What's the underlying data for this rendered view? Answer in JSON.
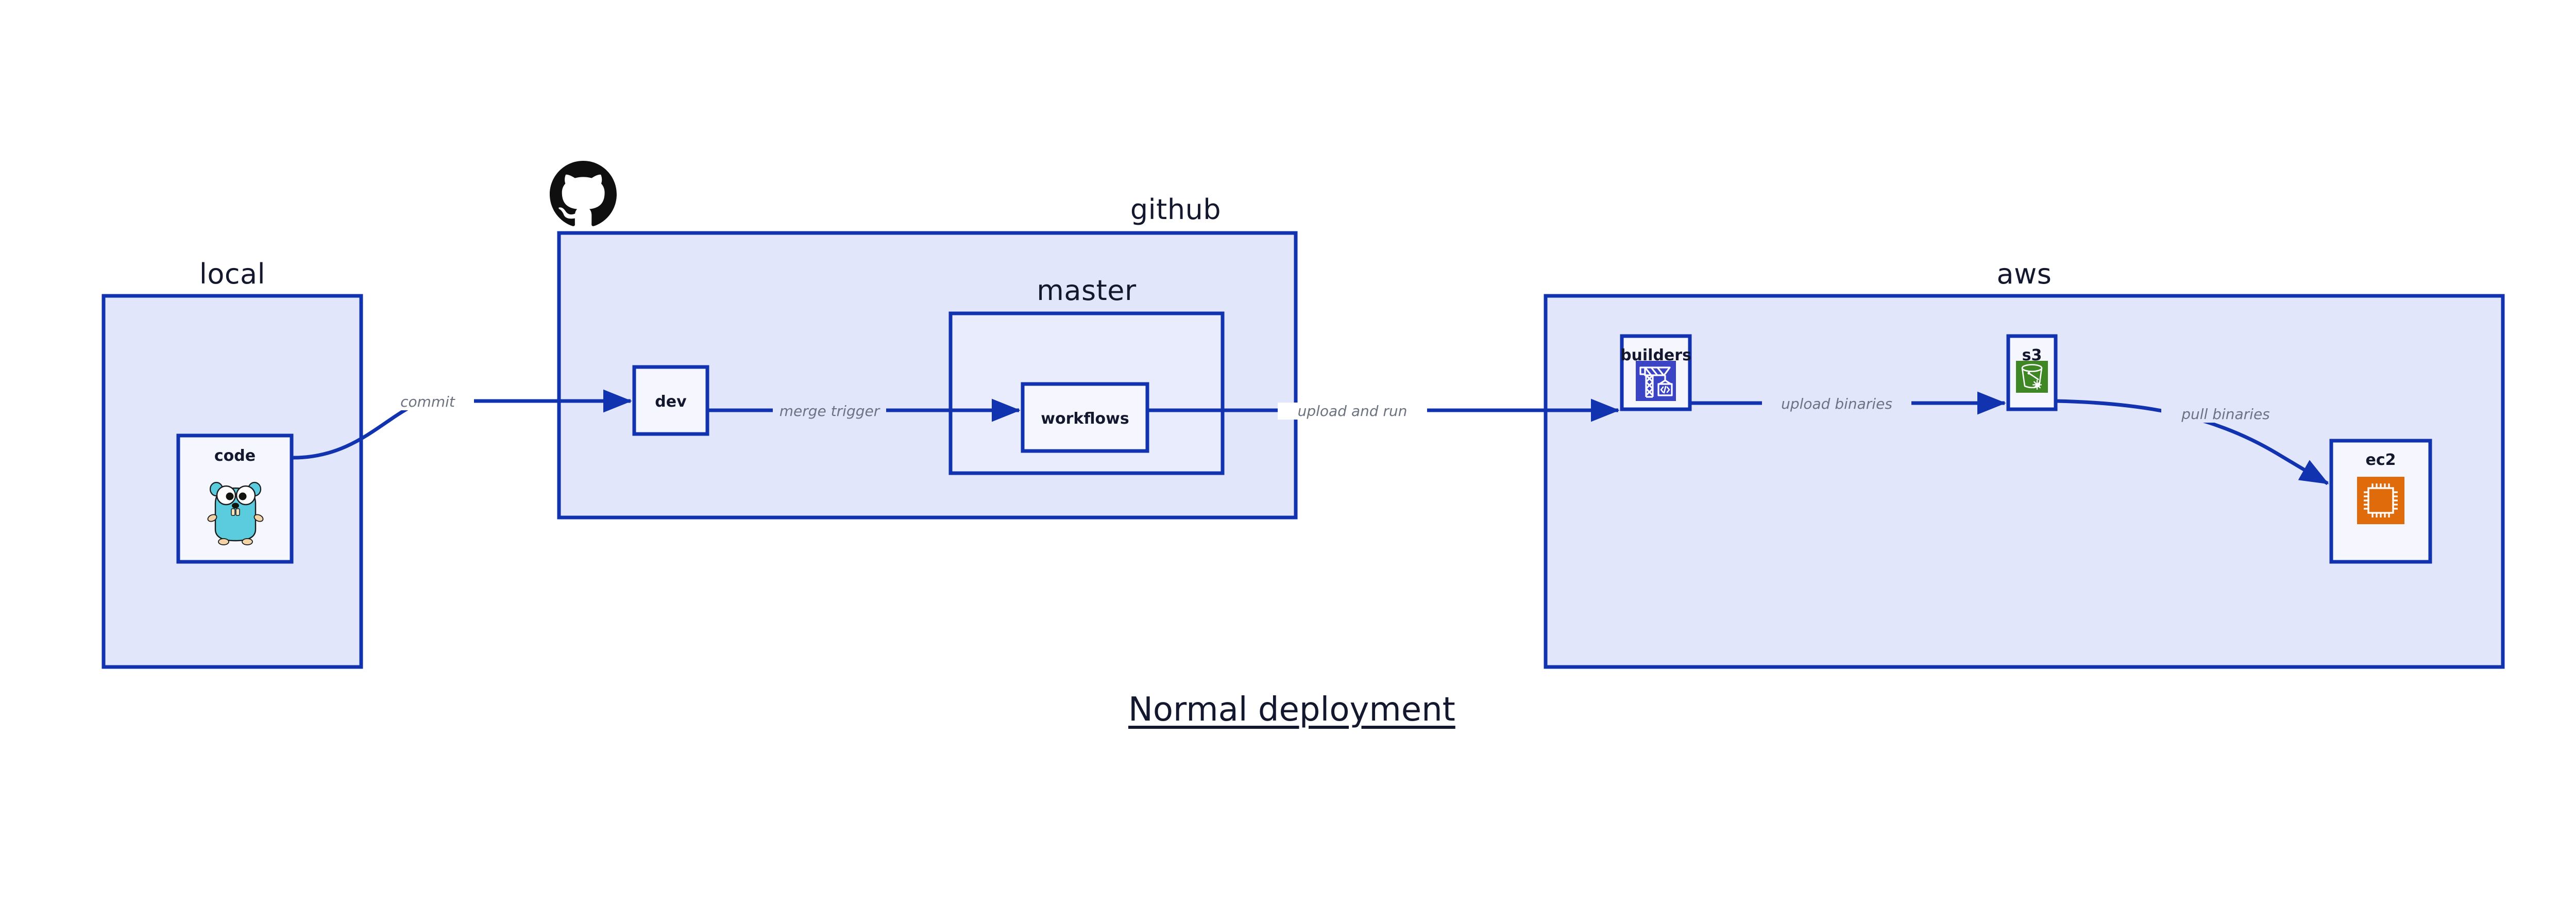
{
  "diagram": {
    "title": "Normal deployment",
    "colors": {
      "border": "#1233B0",
      "container_fill": "#E1E6FB",
      "subcontainer_fill": "#E8ECFC",
      "leaf_fill": "#F6F7FE",
      "label_text": "#14182E",
      "edge_label_text": "#6C7280",
      "edge_stroke": "#1233B0",
      "builders_icon_bg": "#3B44C4",
      "s3_icon_bg": "#3F8624",
      "ec2_icon_bg": "#DF6B0A",
      "gopher_body": "#5BCBDE",
      "github_logo": "#100F0F"
    },
    "containers": [
      {
        "id": "local",
        "label": "local"
      },
      {
        "id": "github",
        "label": "github"
      },
      {
        "id": "master",
        "label": "master"
      },
      {
        "id": "aws",
        "label": "aws"
      }
    ],
    "nodes": [
      {
        "id": "code",
        "label": "code",
        "icon": "go-gopher-icon"
      },
      {
        "id": "dev",
        "label": "dev",
        "icon": null
      },
      {
        "id": "workflows",
        "label": "workflows",
        "icon": null
      },
      {
        "id": "builders",
        "label": "builders",
        "icon": "aws-codebuild-crane-icon"
      },
      {
        "id": "s3",
        "label": "s3",
        "icon": "aws-s3-bucket-icon"
      },
      {
        "id": "ec2",
        "label": "ec2",
        "icon": "aws-ec2-chip-icon"
      }
    ],
    "edges": [
      {
        "id": "code-to-dev",
        "label": "commit",
        "from": "code",
        "to": "dev"
      },
      {
        "id": "dev-to-workflows",
        "label": "merge trigger",
        "from": "dev",
        "to": "workflows"
      },
      {
        "id": "workflows-to-builders",
        "label": "upload and run",
        "from": "workflows",
        "to": "builders"
      },
      {
        "id": "builders-to-s3",
        "label": "upload binaries",
        "from": "builders",
        "to": "s3"
      },
      {
        "id": "s3-to-ec2",
        "label": "pull binaries",
        "from": "s3",
        "to": "ec2"
      }
    ],
    "logos": [
      {
        "id": "github-logo",
        "name": "github-octocat-logo"
      }
    ]
  }
}
